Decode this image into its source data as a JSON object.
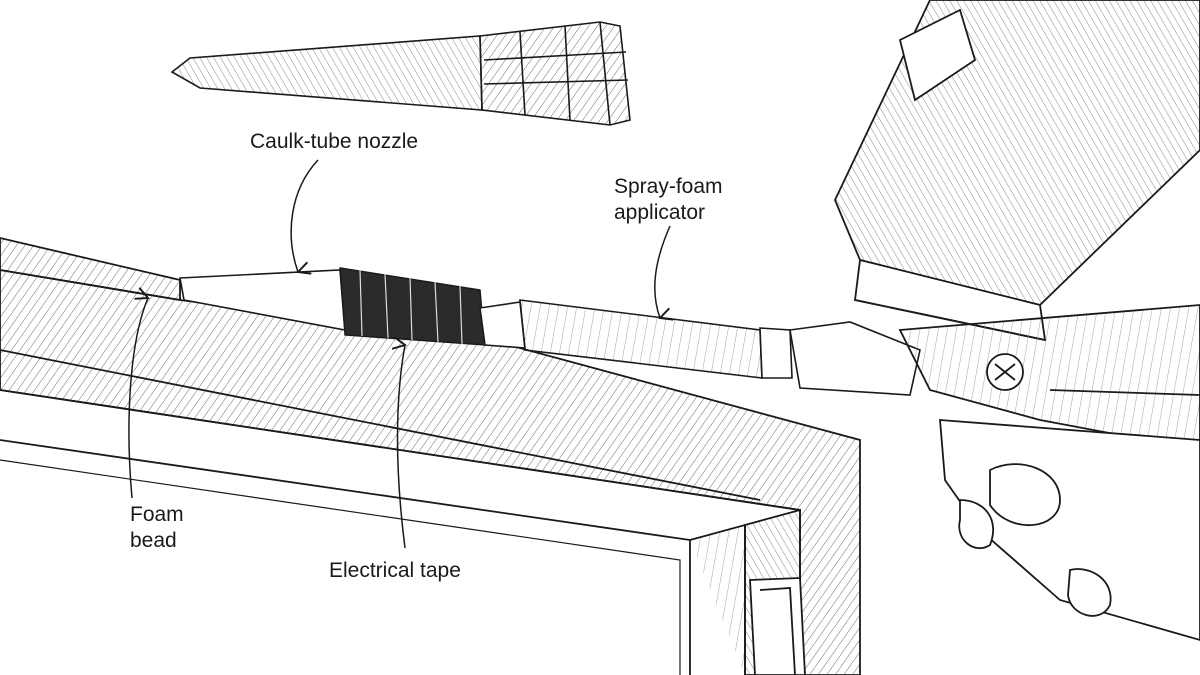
{
  "labels": {
    "caulk_nozzle": "Caulk-tube nozzle",
    "spray_foam_line1": "Spray-foam",
    "spray_foam_line2": "applicator",
    "foam_bead_line1": "Foam",
    "foam_bead_line2": "bead",
    "electrical_tape": "Electrical tape"
  },
  "colors": {
    "ink": "#1a1a1a",
    "hatch": "#6b6b6b",
    "tape": "#2b2b2b",
    "background": "#ffffff"
  }
}
